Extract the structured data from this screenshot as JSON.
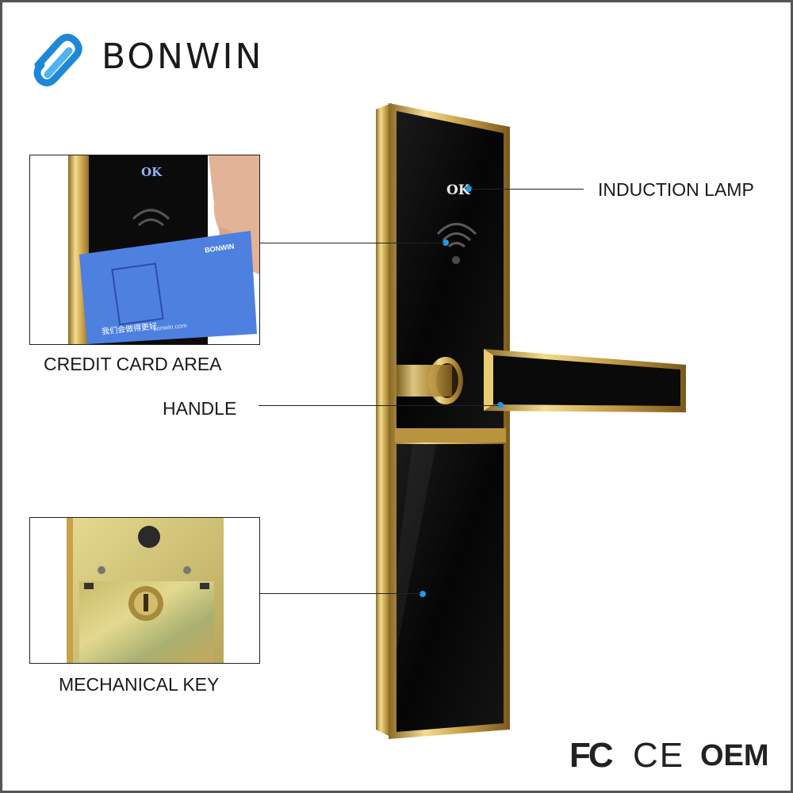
{
  "brand": {
    "name": "BONWIN"
  },
  "callouts": {
    "induction_lamp": "INDUCTION LAMP",
    "credit_card_area": "CREDIT CARD AREA",
    "handle": "HANDLE",
    "mechanical_key": "MECHANICAL KEY"
  },
  "panel": {
    "ok_label": "OK"
  },
  "inset_card": {
    "ok_label": "OK",
    "card_brand": "BONWIN",
    "card_slogan": "我们会做得更好",
    "card_url": "bonwin.com"
  },
  "certifications": {
    "fc": "FC",
    "ce": "CE",
    "oem": "OEM"
  },
  "colors": {
    "accent_blue": "#1e9be8",
    "gold": "#d4b15a",
    "panel_black": "#0b0b0b"
  }
}
